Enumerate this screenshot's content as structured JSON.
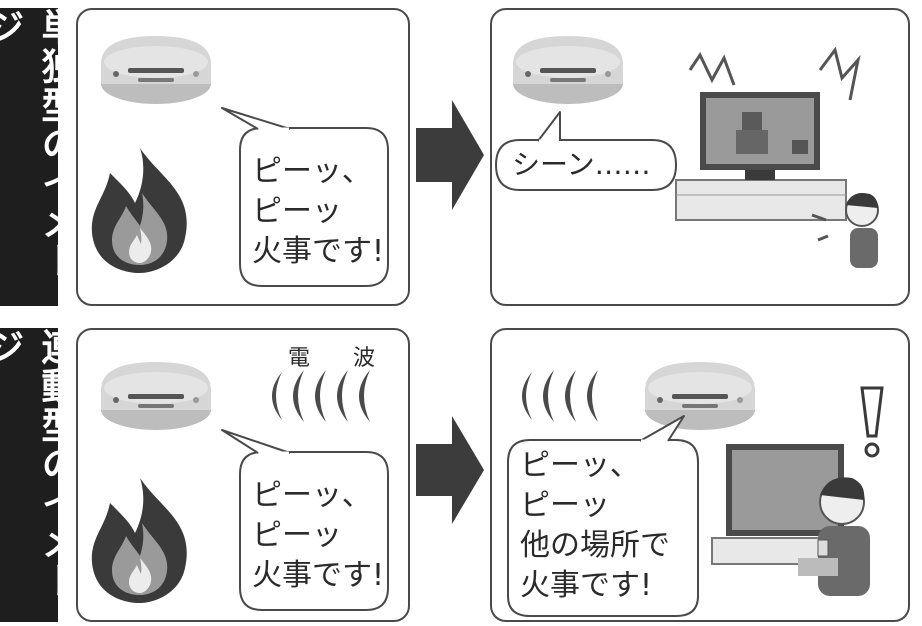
{
  "labels": {
    "standalone": "単独型のイメージ",
    "linked": "連動型のイメージ"
  },
  "row1": {
    "left_bubble": [
      "ピーッ、",
      "ピーッ",
      "火事です!"
    ],
    "right_bubble": "シーン……"
  },
  "row2": {
    "radio_label": "電 波",
    "left_bubble": [
      "ピーッ、",
      "ピーッ",
      "火事です!"
    ],
    "right_bubble": [
      "ピーッ、",
      "ピーッ",
      "他の場所で",
      "火事です!"
    ]
  },
  "icons": [
    "smoke-detector-icon",
    "fire-icon",
    "arrow-icon",
    "radio-wave-icon",
    "television-icon",
    "child-icon",
    "exclamation-icon"
  ]
}
